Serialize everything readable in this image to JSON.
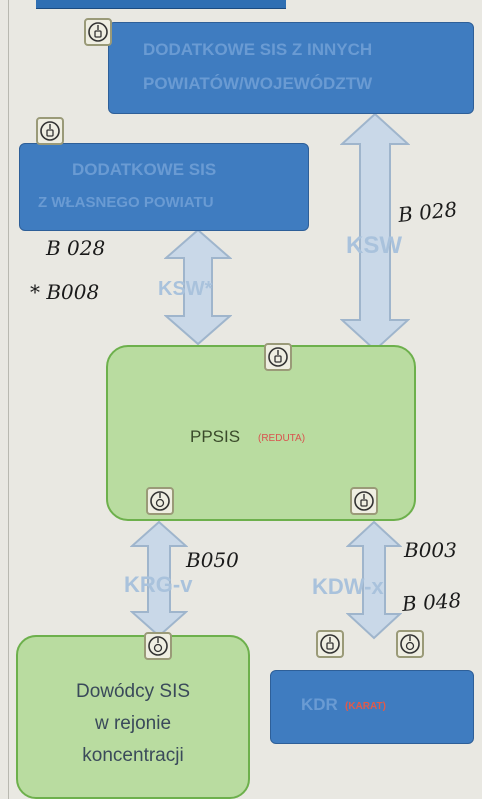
{
  "boxes": {
    "inne_sis": {
      "line1": "DODATKOWE SIS Z INNYCH",
      "line2": "POWIATÓW/WOJEWÓDZTW"
    },
    "wlasne_sis": {
      "line1": "DODATKOWE SIS",
      "line2": "Z WŁASNEGO POWIATU"
    },
    "ppsis": {
      "label": "PPSIS",
      "sub": "(REDUTA)"
    },
    "dowodcy": {
      "line1": "Dowódcy SIS",
      "line2": "w rejonie",
      "line3": "koncentracji"
    },
    "kdr": {
      "label": "KDR",
      "sub": "(KARAT)"
    }
  },
  "links": {
    "ksw_right": "KSW",
    "ksw_left": "KSW*",
    "krg": "KRG-v",
    "kdw": "KDW-x"
  },
  "handwriting": {
    "b028_right": "B 028",
    "b028_left": "B 028",
    "b008": "* B008",
    "b050": "B050",
    "b003": "B003",
    "b048": "B 048"
  },
  "colors": {
    "blue_box": "#3f7cc0",
    "green_box": "#b9dca0",
    "green_border": "#6db04c",
    "arrow_fill": "#c9d8e8",
    "red_note": "#d9534f"
  }
}
